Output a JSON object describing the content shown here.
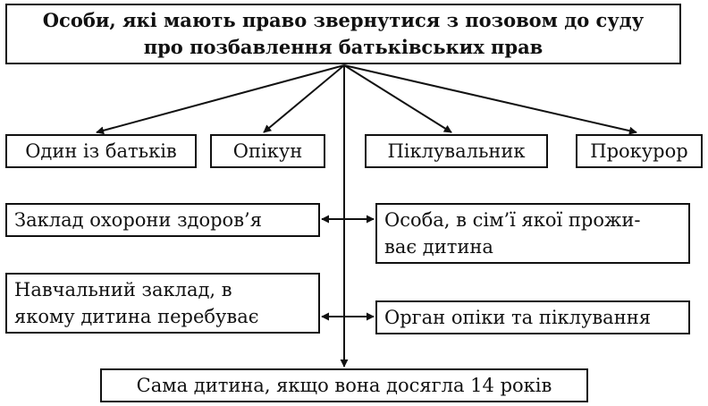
{
  "diagram": {
    "title_line1": "Особи, які мають право звернутися з позовом до суду",
    "title_line2": "про позбавлення батьківських прав",
    "parent": "Один із батьків",
    "guardian": "Опікун",
    "trustee": "Піклувальник",
    "prosecutor": "Прокурор",
    "health_facility": "Заклад охорони здоров’я",
    "family_person_line1": "Особа, в сім’ї якої прожи-",
    "family_person_line2": "ває дитина",
    "school_line1": "Навчальний заклад, в",
    "school_line2": "якому дитина перебуває",
    "guardianship_body": "Орган опіки та піклування",
    "child": "Сама дитина, якщо вона досягла 14 років"
  }
}
